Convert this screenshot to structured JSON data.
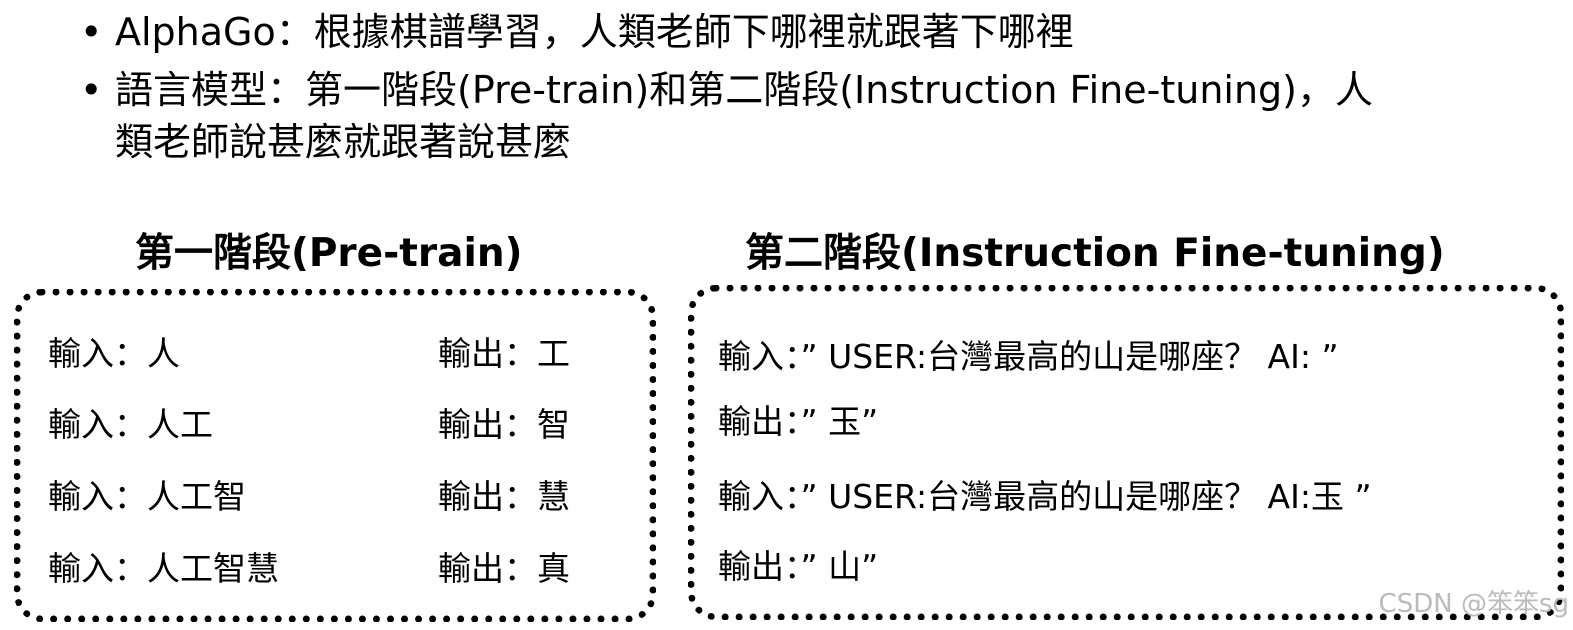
{
  "bullets": [
    "AlphaGo：根據棋譜學習，人類老師下哪裡就跟著下哪裡",
    "語言模型：第一階段(Pre-train)和第二階段(Instruction Fine-tuning)，人類老師說甚麼就跟著說甚麼"
  ],
  "stage1": {
    "title": "第一階段(Pre-train)",
    "rows": [
      {
        "in": "輸入：人",
        "out": "輸出：工"
      },
      {
        "in": "輸入：人工",
        "out": "輸出：智"
      },
      {
        "in": "輸入：人工智",
        "out": "輸出：慧"
      },
      {
        "in": "輸入：人工智慧",
        "out": "輸出：真"
      }
    ]
  },
  "stage2": {
    "title": "第二階段(Instruction Fine-tuning)",
    "rows": [
      "輸入：” USER:台灣最高的山是哪座？ AI: ”",
      "輸出：” 玉”",
      "輸入：” USER:台灣最高的山是哪座？ AI:玉 ”",
      "輸出：” 山”"
    ]
  },
  "watermark": "CSDN @笨笨sg"
}
